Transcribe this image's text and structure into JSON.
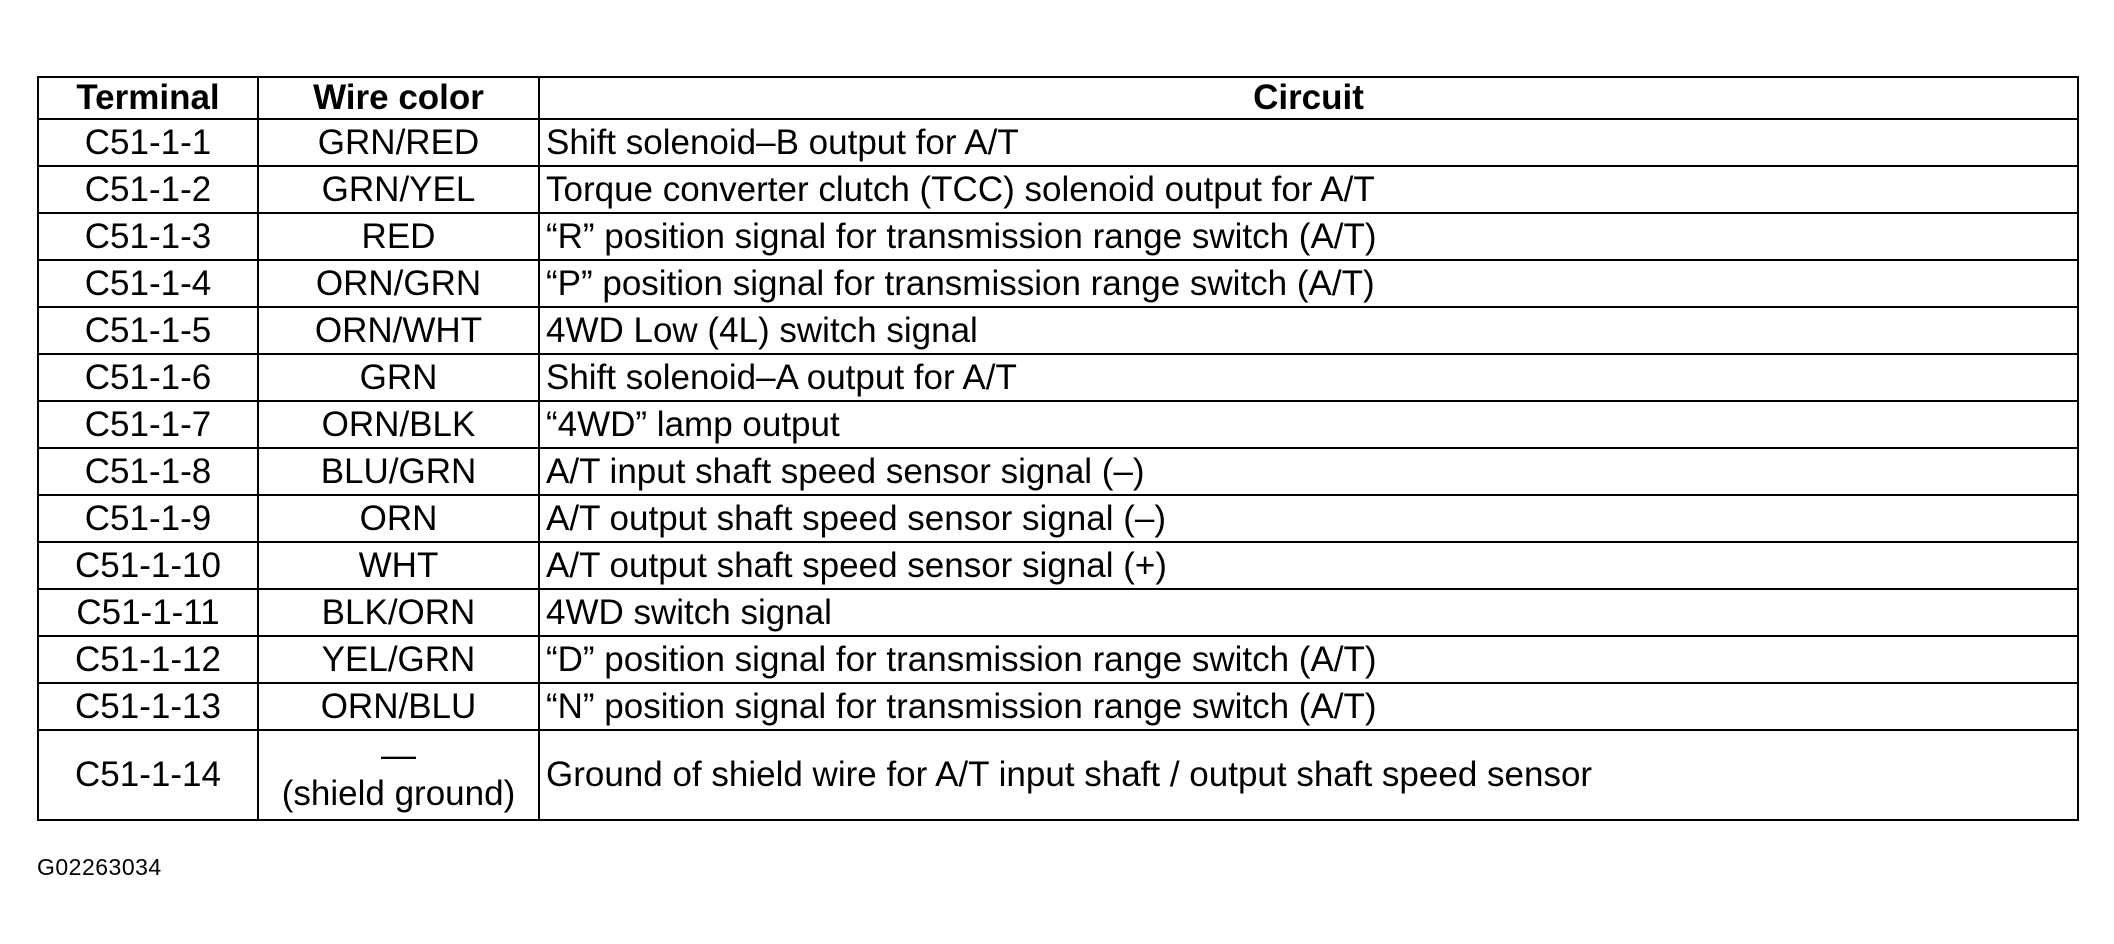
{
  "table": {
    "headers": {
      "terminal": "Terminal",
      "wire_color": "Wire color",
      "circuit": "Circuit"
    },
    "rows": [
      {
        "terminal": "C51-1-1",
        "wire": "GRN/RED",
        "circuit": "Shift solenoid–B output for A/T"
      },
      {
        "terminal": "C51-1-2",
        "wire": "GRN/YEL",
        "circuit": "Torque converter clutch (TCC) solenoid output for A/T"
      },
      {
        "terminal": "C51-1-3",
        "wire": "RED",
        "circuit": "“R” position signal for transmission range switch (A/T)"
      },
      {
        "terminal": "C51-1-4",
        "wire": "ORN/GRN",
        "circuit": "“P” position signal for transmission range switch (A/T)"
      },
      {
        "terminal": "C51-1-5",
        "wire": "ORN/WHT",
        "circuit": "4WD Low (4L) switch signal"
      },
      {
        "terminal": "C51-1-6",
        "wire": "GRN",
        "circuit": "Shift solenoid–A output for A/T"
      },
      {
        "terminal": "C51-1-7",
        "wire": "ORN/BLK",
        "circuit": "“4WD” lamp output"
      },
      {
        "terminal": "C51-1-8",
        "wire": "BLU/GRN",
        "circuit": "A/T input shaft speed sensor signal (–)"
      },
      {
        "terminal": "C51-1-9",
        "wire": "ORN",
        "circuit": "A/T output shaft speed sensor signal (–)"
      },
      {
        "terminal": "C51-1-10",
        "wire": "WHT",
        "circuit": "A/T output shaft speed sensor signal (+)"
      },
      {
        "terminal": "C51-1-11",
        "wire": "BLK/ORN",
        "circuit": "4WD switch signal"
      },
      {
        "terminal": "C51-1-12",
        "wire": "YEL/GRN",
        "circuit": "“D” position signal for transmission range switch (A/T)"
      },
      {
        "terminal": "C51-1-13",
        "wire": "ORN/BLU",
        "circuit": "“N” position signal for transmission range switch (A/T)"
      }
    ],
    "last_row": {
      "terminal": "C51-1-14",
      "wire_line1": "—",
      "wire_line2": "(shield ground)",
      "circuit": "Ground of shield wire for A/T input shaft / output shaft speed sensor"
    }
  },
  "figure_id": "G02263034"
}
